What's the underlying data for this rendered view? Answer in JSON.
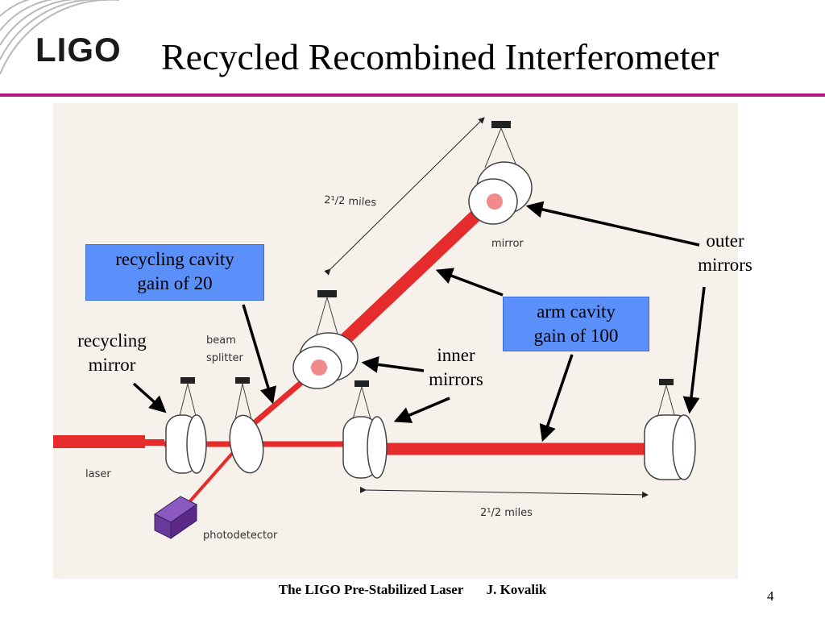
{
  "header": {
    "logo_text": "LIGO",
    "title": "Recycled Recombined Interferometer"
  },
  "diagram": {
    "labels": {
      "miles_top": "2¹/2 miles",
      "miles_bottom": "2¹/2 miles",
      "mirror": "mirror",
      "beam": "beam",
      "splitter": "splitter",
      "laser": "laser",
      "photodetector": "photodetector"
    },
    "callouts": {
      "recycling_cavity_line1": "recycling cavity",
      "recycling_cavity_line2": "gain of 20",
      "arm_cavity_line1": "arm cavity",
      "arm_cavity_line2": "gain of 100",
      "recycling_mirror_line1": "recycling",
      "recycling_mirror_line2": "mirror",
      "inner_mirrors_line1": "inner",
      "inner_mirrors_line2": "mirrors",
      "outer_mirrors_line1": "outer",
      "outer_mirrors_line2": "mirrors"
    },
    "colors": {
      "beam": "#e52b2b",
      "callout_box": "#5b8ff9",
      "photodetector": "#6a3a9a",
      "rule": "#b5177f"
    }
  },
  "footer": {
    "presentation": "The LIGO Pre-Stabilized Laser",
    "author": "J. Kovalik",
    "page_number": "4"
  }
}
